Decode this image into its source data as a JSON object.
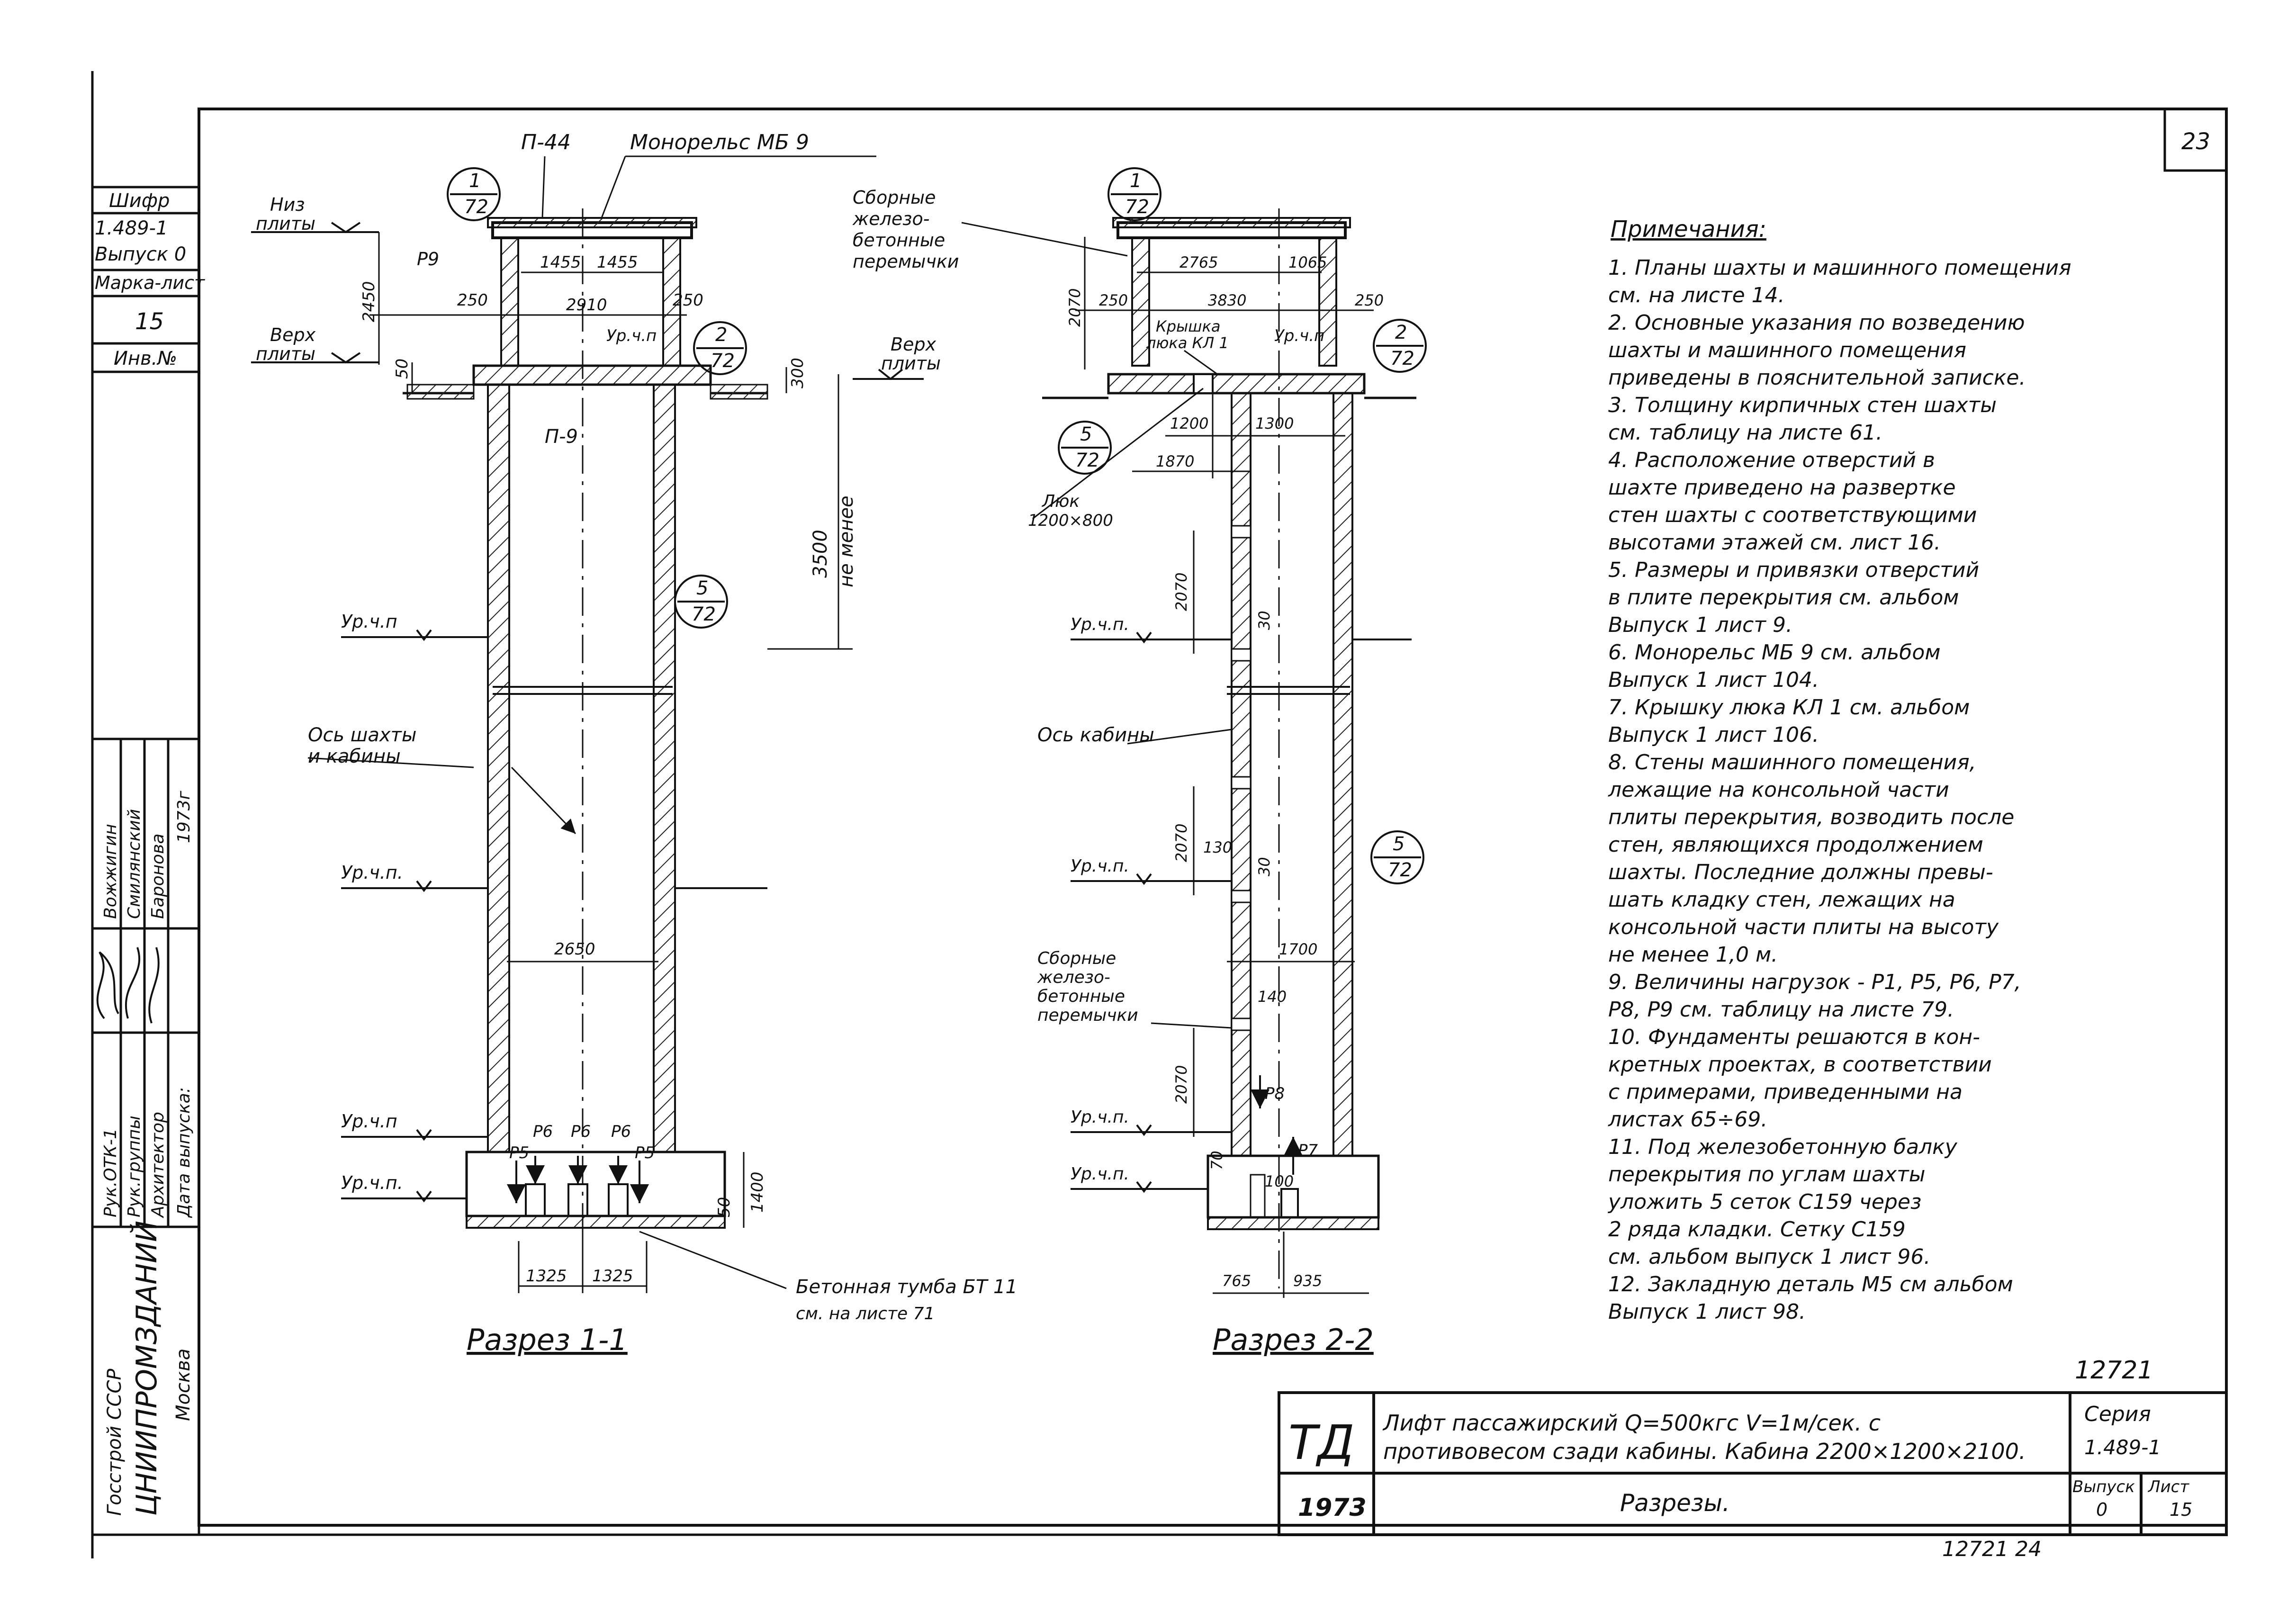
{
  "sheet": {
    "page_number": "23",
    "title_block": {
      "td_logo": "ТД",
      "year": "1973",
      "title_line1": "Лифт пассажирский Q=500кгс V=1м/сек. с",
      "title_line2": "противовесом сзади кабины. Кабина 2200×1200×2100.",
      "subtitle": "Разрезы.",
      "series_label": "Серия",
      "series_value": "1.489-1",
      "issue_label": "Выпуск",
      "issue_value": "0",
      "sheet_label": "Лист",
      "sheet_value": "15",
      "doc_number": "12721",
      "bottom_number": "12721 24"
    }
  },
  "side_panel": {
    "shifr_label": "Шифр",
    "shifr_value_1": "1.489-1",
    "shifr_value_2": "Выпуск 0",
    "marka_label": "Марка-лист",
    "marka_value": "15",
    "inv_label": "Инв.№",
    "roles": [
      "Рук.ОТК-1",
      "Рук.группы",
      "Архитектор",
      "Дата выпуска:"
    ],
    "names": [
      "Вожжигин",
      "Смилянский",
      "Баронова"
    ],
    "year": "1973г",
    "org_1": "Госстрой СССР",
    "org_2": "ЦНИИПРОМЗДАНИЙ",
    "org_3": "Москва"
  },
  "section1": {
    "caption": "Разрез 1-1",
    "labels": {
      "p44": "П-44",
      "monorail": "Монорельс МБ 9",
      "niz": "Низ",
      "plity": "плиты",
      "verh": "Верх",
      "p9": "P9",
      "p_9": "П-9",
      "urchp": "Ур.ч.п",
      "urchp2": "Ур.ч.п.",
      "axis1": "Ось шахты",
      "axis2": "и кабины",
      "min_height": "3500",
      "ne_menee": "не менее",
      "tumba1": "Бетонная тумба БТ 11",
      "tumba2": "см. на листе 71",
      "p5": "P5",
      "p6": "P6"
    },
    "dims": [
      "2450",
      "250",
      "1455",
      "1455",
      "2910",
      "250",
      "50",
      "300",
      "2650",
      "50",
      "1400",
      "1325",
      "1325"
    ],
    "refs": [
      {
        "num": "1",
        "den": "72"
      },
      {
        "num": "2",
        "den": "72"
      },
      {
        "num": "5",
        "den": "72"
      }
    ]
  },
  "section2": {
    "caption": "Разрез 2-2",
    "labels": {
      "sbornye1": "Сборные",
      "sbornye2": "железо-",
      "sbornye3": "бетонные",
      "sbornye4": "перемычки",
      "kryshka1": "Крышка",
      "kryshka2": "люка КЛ 1",
      "luk": "Люк",
      "luk_size": "1200×800",
      "axis": "Ось кабины",
      "urchp": "Ур.ч.п",
      "urchp2": "Ур.ч.п.",
      "p8": "P8",
      "p7": "P7"
    },
    "dims": [
      "2070",
      "250",
      "2765",
      "1065",
      "3830",
      "250",
      "1200",
      "1300",
      "1870",
      "2070",
      "30",
      "2070",
      "130",
      "30",
      "1700",
      "140",
      "2070",
      "70",
      "100",
      "765",
      "935"
    ],
    "refs": [
      {
        "num": "1",
        "den": "72"
      },
      {
        "num": "2",
        "den": "72"
      },
      {
        "num": "5",
        "den": "72"
      },
      {
        "num": "5",
        "den": "72"
      }
    ]
  },
  "notes": {
    "heading": "Примечания:",
    "lines": [
      "1. Планы шахты и машинного помещения",
      "см. на листе 14.",
      "2. Основные указания по возведению",
      "шахты и машинного помещения",
      "приведены в пояснительной записке.",
      "3. Толщину кирпичных стен шахты",
      "см. таблицу на листе 61.",
      "4. Расположение отверстий в",
      "шахте приведено на развертке",
      "стен шахты с соответствующими",
      "высотами этажей см. лист 16.",
      "5. Размеры и привязки отверстий",
      "в плите перекрытия см. альбом",
      "Выпуск 1 лист 9.",
      "6. Монорельс МБ 9 см. альбом",
      "Выпуск 1 лист 104.",
      "7. Крышку люка КЛ 1 см. альбом",
      "Выпуск 1 лист 106.",
      "8. Стены машинного помещения,",
      "лежащие на консольной части",
      "плиты перекрытия, возводить после",
      "стен, являющихся продолжением",
      "шахты. Последние должны превы-",
      "шать кладку стен, лежащих на",
      "консольной части плиты на высоту",
      "не менее 1,0 м.",
      "9. Величины нагрузок - P1, P5, P6, P7,",
      "P8, P9 см. таблицу на листе 79.",
      "10. Фундаменты решаются в кон-",
      "кретных проектах, в соответствии",
      "с примерами, приведенными на",
      "листах 65÷69.",
      "11. Под железобетонную балку",
      "перекрытия по углам шахты",
      "уложить 5 сеток С159 через",
      "2 ряда кладки. Сетку С159",
      "см. альбом выпуск 1 лист 96.",
      "12. Закладную деталь М5 см альбом",
      "Выпуск 1 лист 98."
    ]
  }
}
